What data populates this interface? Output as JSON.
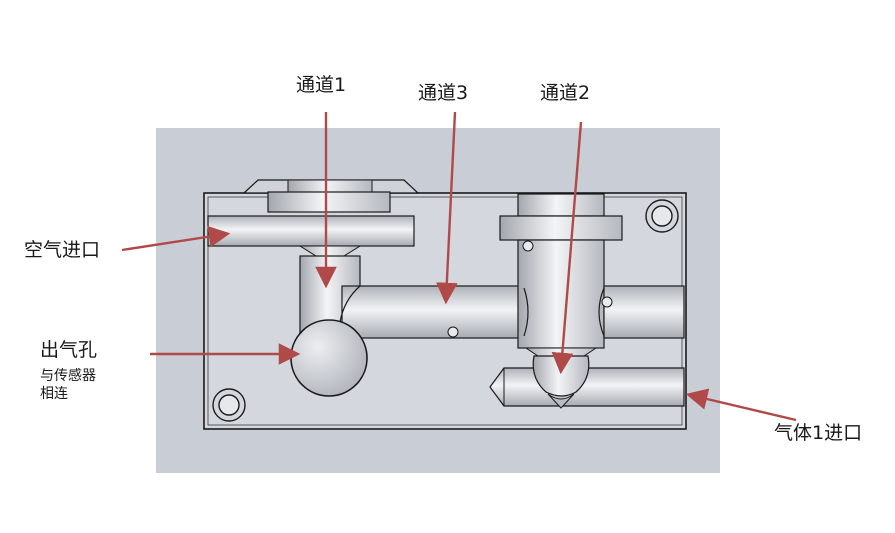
{
  "labels": {
    "channel1": "通道1",
    "channel3": "通道3",
    "channel2": "通道2",
    "air_inlet": "空气进口",
    "outlet_hole": "出气孔",
    "outlet_note_line1": "与传感器",
    "outlet_note_line2": "相连",
    "gas1_inlet": "气体1进口"
  },
  "colors": {
    "background_panel": "#c9cdd6",
    "block_fill": "#d4d7de",
    "outline": "#1a1a1a",
    "arrow": "#b04a48",
    "text": "#1a1a1a"
  }
}
